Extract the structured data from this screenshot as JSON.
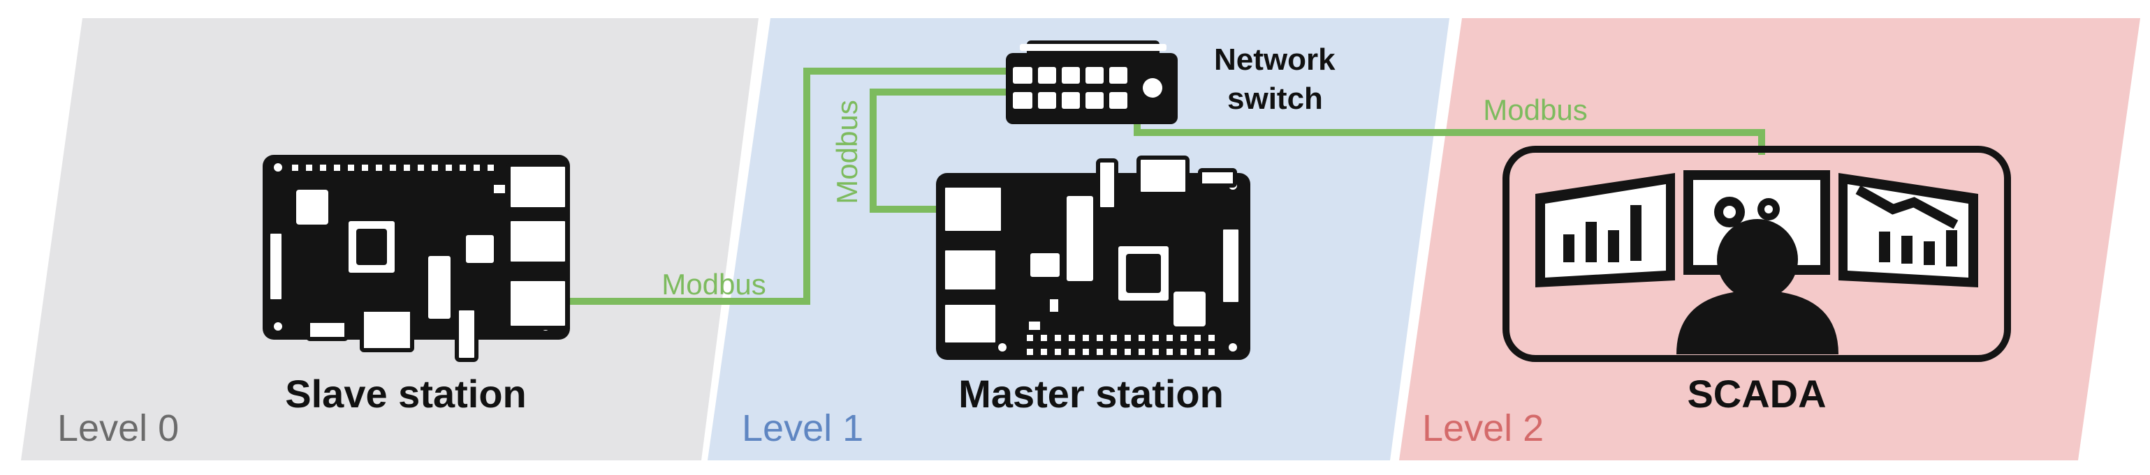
{
  "colors": {
    "level0_bg": "#e4e4e6",
    "level1_bg": "#d6e2f2",
    "level2_bg": "#f4c9c9",
    "level0_text": "#6b6b6b",
    "level1_text": "#5f86c2",
    "level2_text": "#d46a6a",
    "modbus_link": "#7dbb5e",
    "device": "#141414"
  },
  "levels": [
    {
      "label": "Level 0"
    },
    {
      "label": "Level 1"
    },
    {
      "label": "Level 2"
    }
  ],
  "nodes": {
    "slave": {
      "label": "Slave station",
      "icon": "raspberry-pi-board-icon"
    },
    "master": {
      "label": "Master station",
      "icon": "raspberry-pi-board-icon"
    },
    "switch": {
      "label_line1": "Network",
      "label_line2": "switch",
      "icon": "network-switch-icon"
    },
    "scada": {
      "label": "SCADA",
      "icon": "scada-operator-monitors-icon"
    }
  },
  "links": [
    {
      "label": "Modbus",
      "from": "Slave station",
      "to": "Network switch"
    },
    {
      "label": "Modbus",
      "from": "Network switch",
      "to": "Master station"
    },
    {
      "label": "Modbus",
      "from": "Network switch",
      "to": "SCADA"
    }
  ]
}
